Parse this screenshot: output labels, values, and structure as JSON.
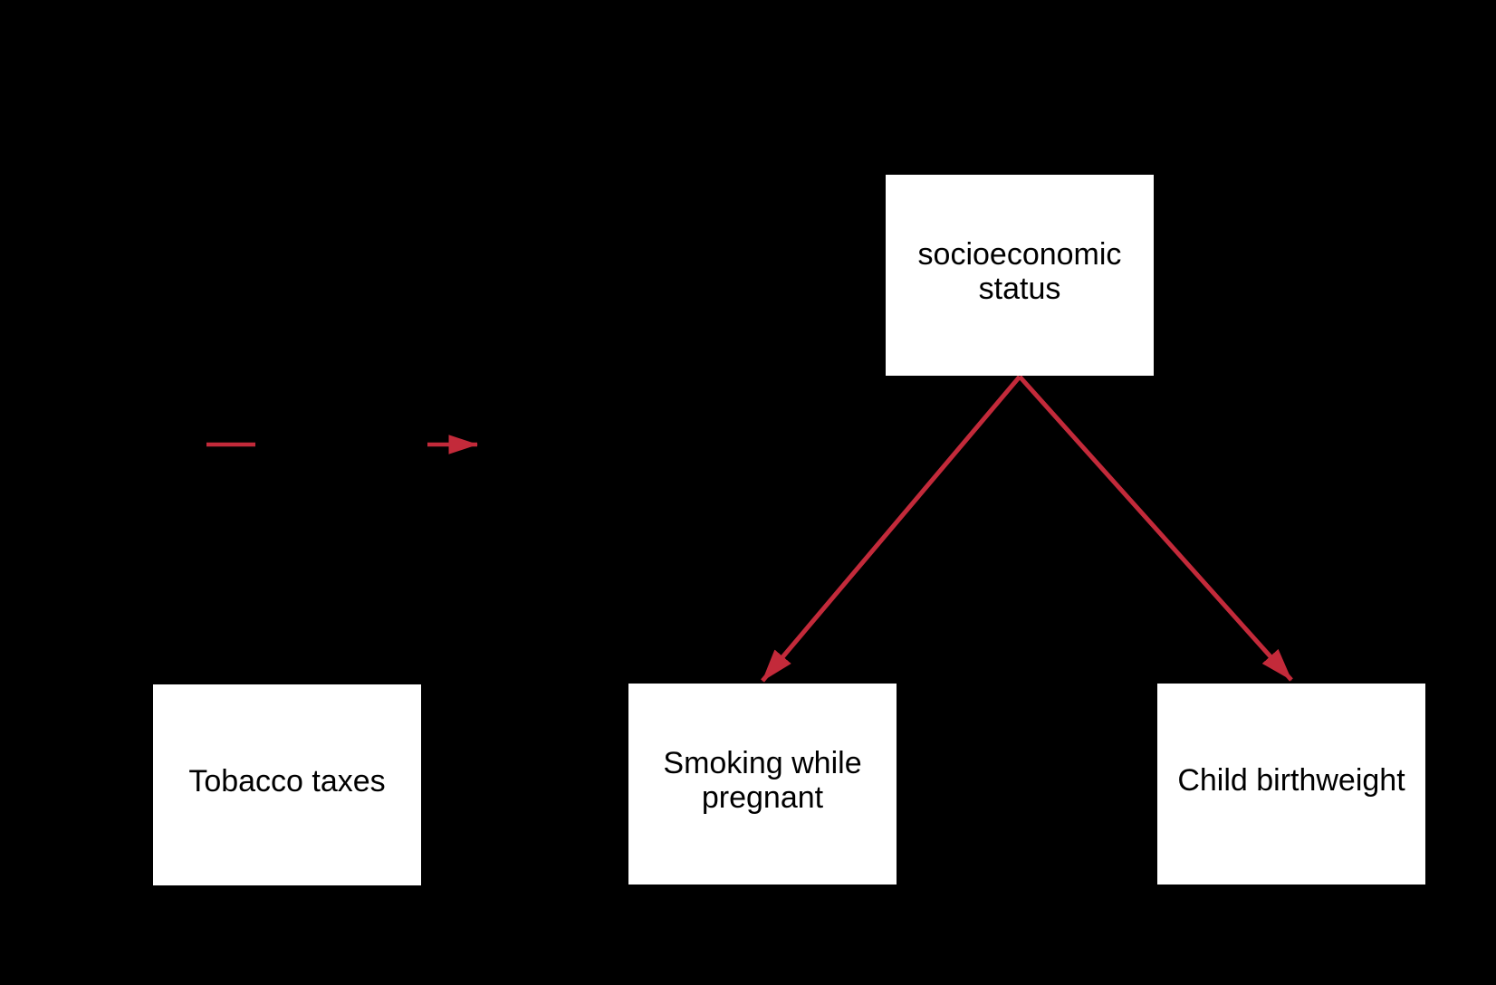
{
  "colors": {
    "background": "#000000",
    "box_fill": "#ffffff",
    "box_text": "#000000",
    "arrow_red": "#c32a3a"
  },
  "nodes": {
    "socioeconomic_status": {
      "label": "socioeconomic status"
    },
    "tobacco_taxes": {
      "label": "Tobacco taxes"
    },
    "smoking_while_pregnant": {
      "label": "Smoking while pregnant"
    },
    "child_birthweight": {
      "label": "Child birthweight"
    }
  },
  "edges": [
    {
      "from": "socioeconomic_status",
      "to": "smoking_while_pregnant",
      "style": "solid-arrow",
      "color": "#c32a3a"
    },
    {
      "from": "socioeconomic_status",
      "to": "child_birthweight",
      "style": "solid-arrow",
      "color": "#c32a3a"
    }
  ],
  "annotations": {
    "red_dash_symbol": "short horizontal red line segment",
    "red_arrow_symbol": "short horizontal red arrow pointing right"
  }
}
